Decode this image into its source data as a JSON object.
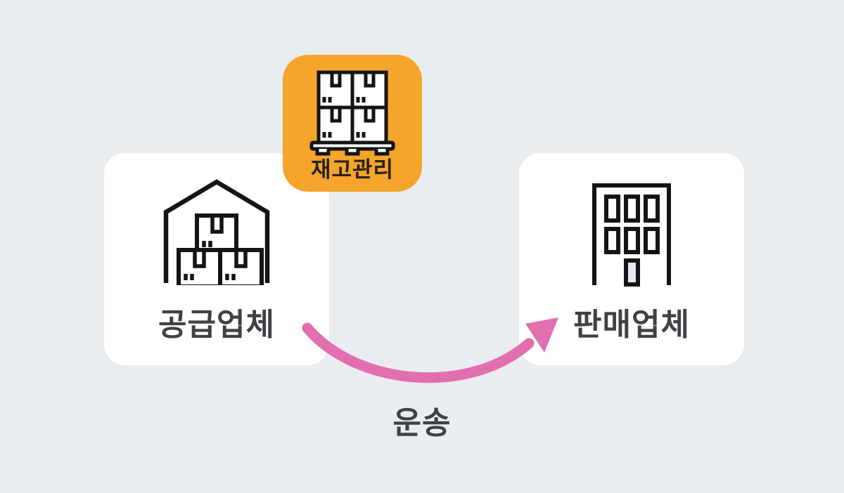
{
  "colors": {
    "background": "#EAEDF0",
    "card-bg": "#FFFFFF",
    "badge-bg": "#F5A42C",
    "arrow-pink": "#E26FAD",
    "label-text": "#3F4145",
    "badge-text": "#26221A",
    "icon-stroke": "#141414",
    "door-fill": "#E3E8EE"
  },
  "diagram": {
    "supplier_card": {
      "label": "공급업체",
      "icon": "warehouse-icon"
    },
    "inventory_badge": {
      "label": "재고관리",
      "icon": "pallet-boxes-icon"
    },
    "seller_card": {
      "label": "판매업체",
      "icon": "building-icon"
    },
    "transport_arrow": {
      "label": "운송",
      "direction": "left-to-right"
    }
  }
}
